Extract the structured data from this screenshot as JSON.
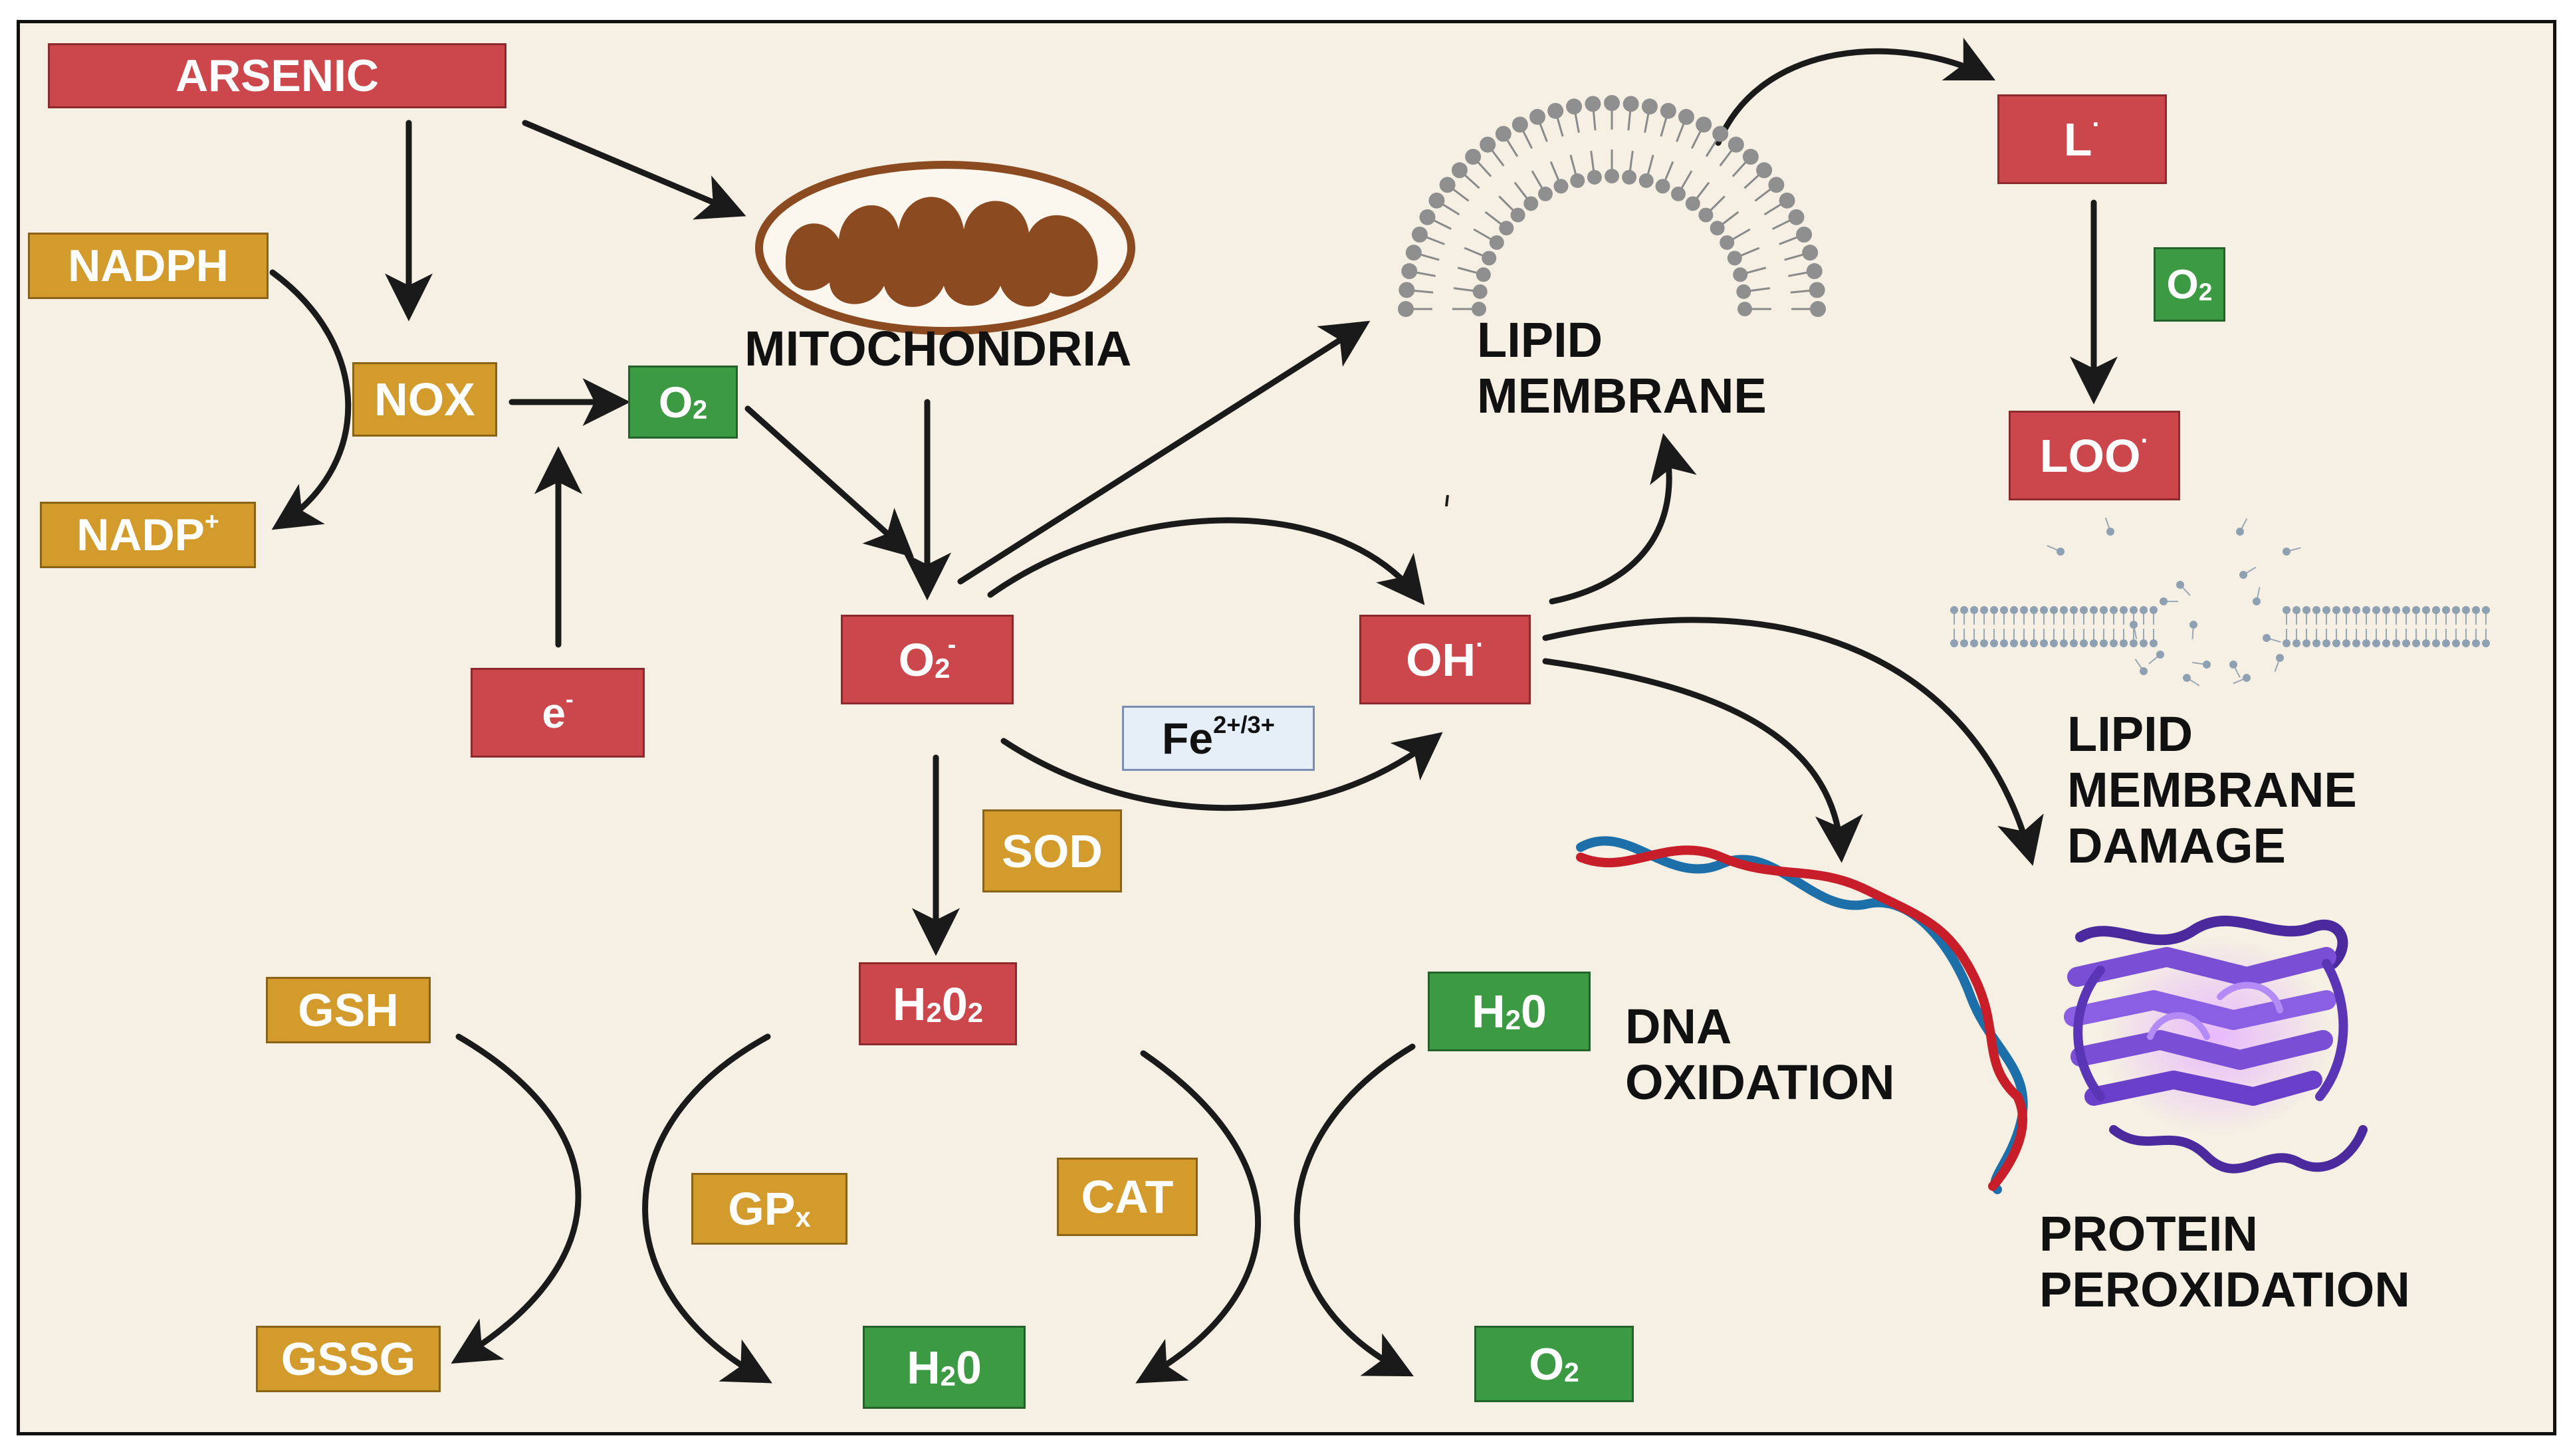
{
  "colors": {
    "background": "#f5f0e3",
    "oxidant_red": "#cc474c",
    "enzyme_gold": "#d29b2b",
    "product_green": "#3b9a42",
    "dna_red": "#c81e2a",
    "dna_blue": "#1c6fa8",
    "protein_purple": "#7a4fd6",
    "mitochondria_brown": "#8b4a1f",
    "lipid_gray": "#8a8a8a"
  },
  "nodes": {
    "arsenic": "ARSENIC",
    "nadph": "NADPH",
    "nox": "NOX",
    "nadp": {
      "base": "NADP",
      "sup": "+"
    },
    "o2_nox": {
      "base": "O",
      "sub": "2"
    },
    "electron": {
      "base": "e",
      "sup": "-"
    },
    "superoxide": {
      "base": "O",
      "sub": "2",
      "sup": "-"
    },
    "hydroxyl": {
      "base": "OH",
      "sup": "·"
    },
    "fe": {
      "base": "Fe",
      "sup": "2+/3+"
    },
    "sod": "SOD",
    "h2o2": {
      "a": "H",
      "s1": "2",
      "b": "0",
      "s2": "2"
    },
    "gsh": "GSH",
    "gssg": "GSSG",
    "gpx": {
      "base": "GP",
      "sub": "x"
    },
    "cat": "CAT",
    "h2o_center": {
      "a": "H",
      "s": "2",
      "b": "0"
    },
    "h2o_right": {
      "a": "H",
      "s": "2",
      "b": "0"
    },
    "o2_bottom": {
      "base": "O",
      "sub": "2"
    },
    "lipid_radical": {
      "base": "L",
      "sup": "·"
    },
    "o2_lipid": {
      "base": "O",
      "sub": "2"
    },
    "peroxyl": {
      "base": "LOO",
      "sup": "·"
    }
  },
  "labels": {
    "mitochondria": "MITOCHONDRIA",
    "lipid_membrane": [
      "LIPID",
      "MEMBRANE"
    ],
    "lipid_damage": [
      "LIPID",
      "MEMBRANE",
      "DAMAGE"
    ],
    "dna_oxidation": [
      "DNA",
      "OXIDATION"
    ],
    "protein_peroxidation": [
      "PROTEIN",
      "PEROXIDATION"
    ]
  },
  "icons": [
    "mitochondria-icon",
    "lipid-bilayer-icon",
    "damaged-membrane-icon",
    "dna-helix-icon",
    "protein-icon"
  ]
}
